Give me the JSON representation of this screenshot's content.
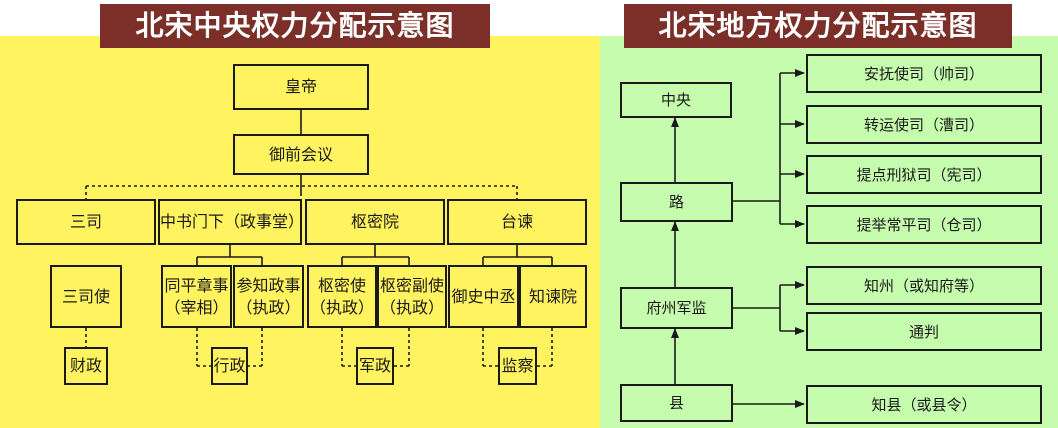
{
  "central": {
    "title": "北宋中央权力分配示意图",
    "emperor": "皇帝",
    "council": "御前会议",
    "departments": [
      {
        "label": "三司",
        "subs": [
          "三司使"
        ],
        "function": "财政"
      },
      {
        "label": "中书门下（政事堂）",
        "subs": [
          "同平章事\n（宰相）",
          "参知政事\n（执政）"
        ],
        "function": "行政"
      },
      {
        "label": "枢密院",
        "subs": [
          "枢密使\n（执政）",
          "枢密副使\n（执政）"
        ],
        "function": "军政"
      },
      {
        "label": "台谏",
        "subs": [
          "御史中丞",
          "知谏院"
        ],
        "function": "监察"
      }
    ]
  },
  "local": {
    "title": "北宋地方权力分配示意图",
    "levels": {
      "center": "中央",
      "lu": "路",
      "fuzhou": "府州军监",
      "xian": "县"
    },
    "lu_officials": [
      "安抚使司（帅司）",
      "转运使司（漕司）",
      "提点刑狱司（宪司）",
      "提举常平司（仓司）"
    ],
    "fuzhou_officials": [
      "知州（或知府等）",
      "通判"
    ],
    "xian_officials": [
      "知县（或县令）"
    ]
  }
}
